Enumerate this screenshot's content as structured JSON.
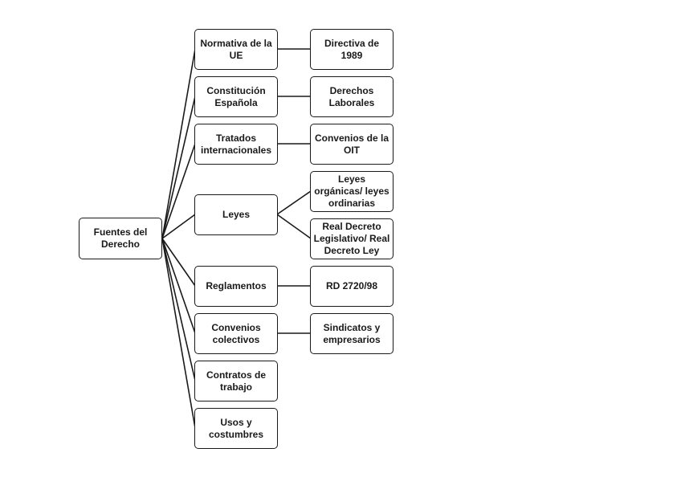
{
  "diagram": {
    "root": "Fuentes del Derecho",
    "branches": [
      {
        "label": "Normativa de la UE",
        "child": "Directiva de 1989"
      },
      {
        "label": "Constitución Española",
        "child": "Derechos Laborales"
      },
      {
        "label": "Tratados internacionales",
        "child": "Convenios de la OIT"
      },
      {
        "label": "Leyes",
        "children": [
          "Leyes orgánicas/ leyes ordinarias",
          "Real Decreto Legislativo/ Real Decreto Ley"
        ]
      },
      {
        "label": "Reglamentos",
        "child": "RD 2720/98"
      },
      {
        "label": "Convenios colectivos",
        "child": "Sindicatos y empresarios"
      },
      {
        "label": "Contratos de trabajo"
      },
      {
        "label": "Usos y costumbres"
      }
    ]
  },
  "colors": {
    "line": "#1a1a1a",
    "box_fill": "#ffffff",
    "text": "#1a1a1a"
  }
}
